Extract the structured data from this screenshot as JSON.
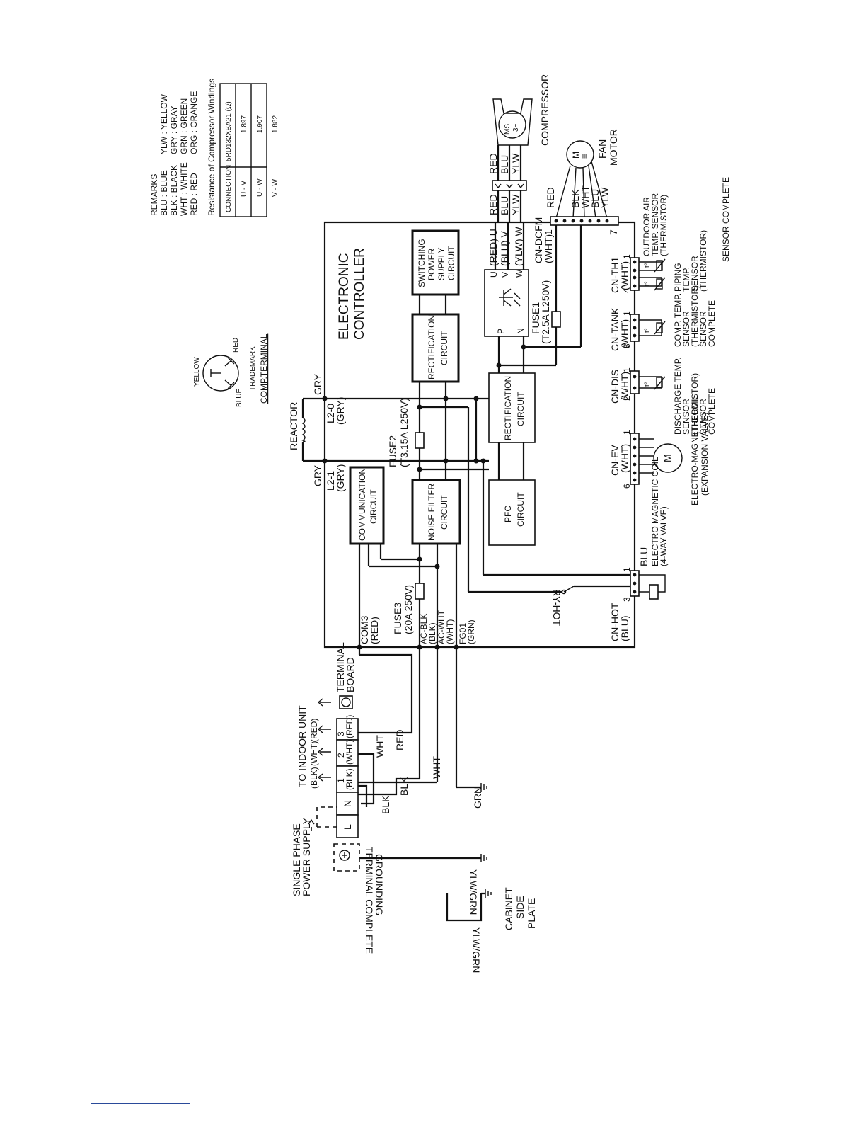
{
  "blocks": {
    "electronic_controller": [
      "ELECTRONIC",
      "CONTROLLER"
    ],
    "switching_power": [
      "SWITCHING",
      "POWER",
      "SUPPLY",
      "CIRCUIT"
    ],
    "rect_1": [
      "RECTIFICATION",
      "CIRCUIT"
    ],
    "rect_2": [
      "RECTIFICATION",
      "CIRCUIT"
    ],
    "noise_filter": [
      "NOISE FILTER",
      "CIRCUIT"
    ],
    "communication": [
      "COMMUNICATION",
      "CIRCUIT"
    ],
    "pfc": [
      "PFC",
      "CIRCUIT"
    ]
  },
  "remarks": {
    "title": "REMARKS",
    "colors": [
      "BLU : BLUE",
      "BLK : BLACK",
      "WHT : WHITE",
      "RED : RED",
      "YLW : YELLOW",
      "GRY : GRAY",
      "GRN : GREEN",
      "ORG : ORANGE"
    ],
    "resistance_title": "Resistance of Compressor Windings",
    "table": {
      "headers": [
        "CONNECTION",
        "5RD132XBA21 (Ω)"
      ],
      "rows": [
        [
          "U - V",
          "1.897"
        ],
        [
          "U - W",
          "1.907"
        ],
        [
          "V - W",
          "1.882"
        ]
      ]
    }
  },
  "comp_terminal": {
    "labels": [
      "YELLOW",
      "RED",
      "BLUE",
      "TRADEMARK"
    ],
    "title": "COMP.TERMINAL"
  },
  "compressor": {
    "title": "COMPRESSOR",
    "symbol": [
      "MS",
      "3~"
    ],
    "wires": [
      "RED",
      "BLU",
      "YLW"
    ],
    "controller_wires": [
      "RED",
      "BLU",
      "YLW"
    ],
    "terminals": [
      "(RED) U",
      "(BLU) V",
      "(YLW) W"
    ]
  },
  "fan_motor": {
    "title": [
      "FAN",
      "MOTOR"
    ],
    "symbol": [
      "M",
      "≡"
    ],
    "wires": [
      "RED",
      "BLK",
      "WHT",
      "BLU",
      "YLW"
    ],
    "connector": [
      "CN-DCFM",
      "(WHT)"
    ],
    "pins": [
      "1",
      "7"
    ]
  },
  "inverter": {
    "uvw": [
      "U",
      "V",
      "W"
    ],
    "pn": [
      "P",
      "N"
    ]
  },
  "fuses": {
    "fuse1": [
      "FUSE1",
      "(T2.5A L250V)"
    ],
    "fuse2": [
      "FUSE2",
      "(T3.15A L250V)"
    ],
    "fuse3": [
      "FUSE3",
      "(20A 250V)"
    ]
  },
  "reactor": {
    "title": "REACTOR",
    "left": "GRY",
    "right": "GRY",
    "l21": [
      "L2-1",
      "(GRY)"
    ],
    "l20": [
      "L2-0",
      "(GRY)"
    ]
  },
  "connectors": {
    "cn_th1": {
      "name": [
        "CN-TH1",
        "(WHT)"
      ],
      "pins": [
        "1",
        "4"
      ],
      "sensors": [
        "OUTDOOR AIR",
        "TEMP. SENSOR",
        "(THERMISTOR)"
      ],
      "piping": [
        "PIPING",
        "TEMP.",
        "SENSOR",
        "(THERMISTOR)"
      ],
      "marks": [
        "t°",
        "t°"
      ]
    },
    "cn_tank": {
      "name": [
        "CN-TANK",
        "(WHT)"
      ],
      "pins": [
        "1",
        "3"
      ],
      "sensor": [
        "COMP. TEMP.",
        "SENSOR",
        "(THERMISTOR)",
        "SENSOR",
        "COMPLETE"
      ],
      "mark": "t°"
    },
    "cn_dis": {
      "name": [
        "CN-DIS",
        "(WHT)"
      ],
      "pins": [
        "1",
        "2"
      ],
      "sensor": [
        "DISCHARGE TEMP.",
        "SENSOR",
        "(THERMISTOR)",
        "SENSOR",
        "COMPLETE"
      ],
      "mark": "t°"
    },
    "cn_ev": {
      "name": [
        "CN-EV",
        "(WHT)"
      ],
      "pins": [
        "1",
        "6"
      ],
      "device": [
        "ELECTRO-MAGNETIC COIL",
        "(EXPANSION VALVE)"
      ],
      "symbol": "M"
    },
    "cn_hot": {
      "name": [
        "CN-HOT",
        "(BLU)"
      ],
      "pins": [
        "1",
        "3"
      ],
      "wire": "BLU",
      "device": [
        "ELECTRO MAGNETIC COIL",
        "(4-WAY VALVE)"
      ],
      "relay": "RY-HOT"
    }
  },
  "sensor_complete": "SENSOR COMPLETE",
  "power_labels": {
    "com3": [
      "COM3",
      "(RED)"
    ],
    "ac_blk": [
      "AC-BLK",
      "(BLK)"
    ],
    "ac_wht": [
      "AC-WHT",
      "(WHT)"
    ],
    "fg01": [
      "FG01",
      "(GRN)"
    ]
  },
  "terminal_board": {
    "title": [
      "TERMINAL",
      "BOARD"
    ],
    "to_indoor": "TO INDOOR UNIT",
    "indoor_colors": [
      "(BLK)",
      "(WHT)",
      "(RED)"
    ],
    "nums": [
      "1",
      "2",
      "3"
    ],
    "num_colors": [
      "(BLK)",
      "(WHT)",
      "(RED)"
    ],
    "ln": [
      "L",
      "N"
    ],
    "single_phase": [
      "SINGLE PHASE",
      "POWER SUPPLY"
    ],
    "grounding": [
      "GROUNDING",
      "TERMINAL COMPLETE"
    ],
    "ylw_grn": "YLW/GRN",
    "wires": {
      "wht": "WHT",
      "red": "RED",
      "blk1": "BLK",
      "blk2": "BLK",
      "wht2": "WHT",
      "grn": "GRN"
    }
  },
  "cabinet": {
    "labels": [
      "CABINET",
      "SIDE",
      "PLATE"
    ],
    "ylw_grn": "YLW/GRN"
  }
}
